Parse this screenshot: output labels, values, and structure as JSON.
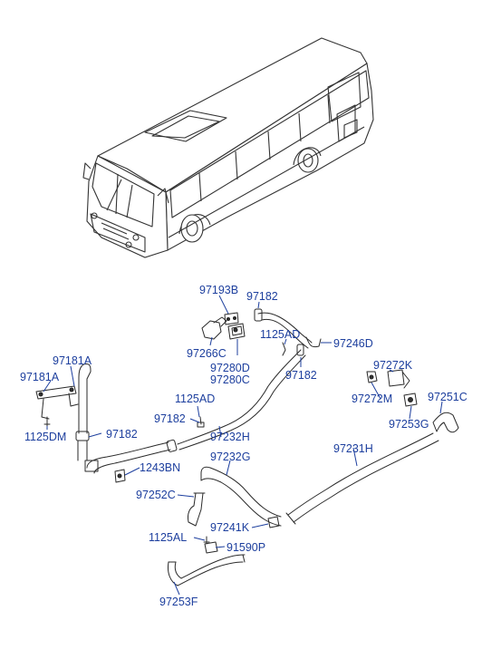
{
  "parts": {
    "p97193B": "97193B",
    "p97182_top": "97182",
    "p1125AD_top": "1125AD",
    "p97246D": "97246D",
    "p97266C": "97266C",
    "p97280D": "97280D",
    "p97280C": "97280C",
    "p97182_mid": "97182",
    "p97181A_a": "97181A",
    "p97181A_b": "97181A",
    "p1125AD_mid": "1125AD",
    "p97272K": "97272K",
    "p97272M": "97272M",
    "p97251C": "97251C",
    "p97182_left": "97182",
    "p97182_small": "97182",
    "p1125DM": "1125DM",
    "p97232H": "97232H",
    "p97253G": "97253G",
    "p97231H": "97231H",
    "p1243BN": "1243BN",
    "p97232G": "97232G",
    "p97252C": "97252C",
    "p97241K": "97241K",
    "p1125AL": "1125AL",
    "p91590P": "91590P",
    "p97253F": "97253F"
  }
}
